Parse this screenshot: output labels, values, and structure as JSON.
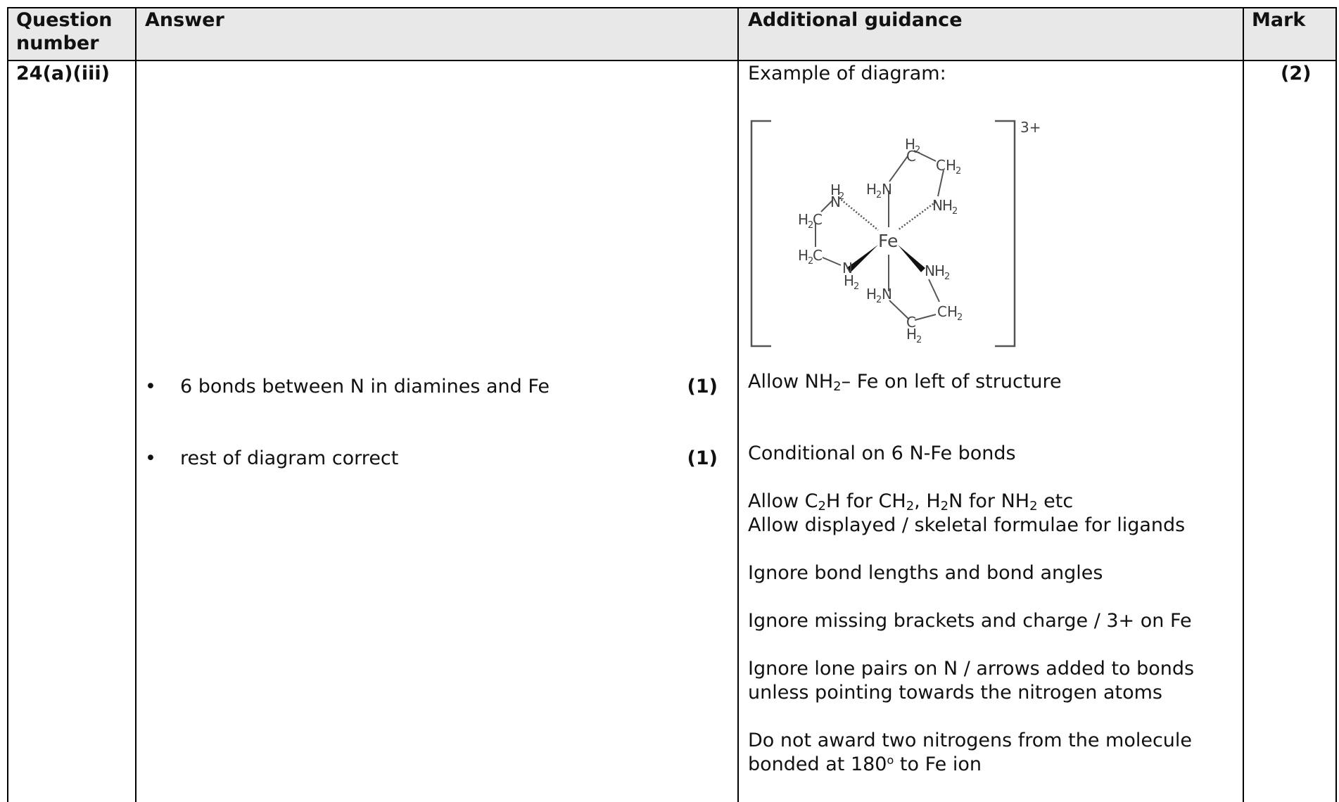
{
  "headers": {
    "question_number": "Question number",
    "answer": "Answer",
    "additional_guidance": "Additional guidance",
    "mark": "Mark"
  },
  "row": {
    "question_number": "24(a)(iii)",
    "mark": "(2)",
    "answer_points": [
      {
        "bullet": "•",
        "text": "6 bonds between N in diamines and Fe",
        "mark": "(1)"
      },
      {
        "bullet": "•",
        "text": "rest of diagram correct",
        "mark": "(1)"
      }
    ],
    "guidance": {
      "example_label": "Example of diagram:",
      "diagram": {
        "charge": "3+",
        "center_atom": "Fe",
        "labels": {
          "N": "N",
          "H": "H",
          "C": "C",
          "sub2": "2"
        }
      },
      "allow_nh2_pre": "Allow NH",
      "allow_nh2_sub": "2",
      "allow_nh2_post": "– Fe on left of structure",
      "conditional": "Conditional on 6 N-Fe bonds",
      "allow_formula": {
        "p1": "Allow C",
        "s1": "2",
        "p2": "H for CH",
        "s2": "2",
        "p3": ", H",
        "s3": "2",
        "p4": "N for NH",
        "s4": "2",
        "p5": " etc"
      },
      "allow_displayed": "Allow displayed / skeletal formulae for ligands",
      "ignore_bond": "Ignore bond lengths and bond angles",
      "ignore_brackets": "Ignore missing brackets and charge / 3+ on Fe",
      "ignore_lone_1": "Ignore lone pairs on N / arrows added to bonds",
      "ignore_lone_2": "unless pointing towards the nitrogen atoms",
      "do_not_award_1": "Do not award two nitrogens from the molecule",
      "do_not_award_2_pre": "bonded at 180",
      "do_not_award_2_sup": "o",
      "do_not_award_2_post": " to Fe ion"
    }
  }
}
